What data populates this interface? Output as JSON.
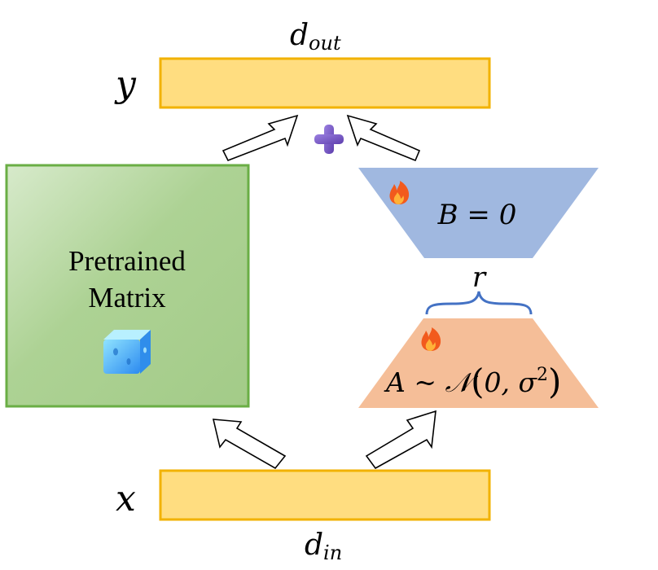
{
  "labels": {
    "y": "y",
    "x": "x",
    "d_out_base": "d",
    "d_out_sub": "out",
    "d_in_base": "d",
    "d_in_sub": "in",
    "r": "r",
    "pretrained_line1": "Pretrained",
    "pretrained_line2": "Matrix",
    "b_eq": "B = 0",
    "a_var": "A ~ ",
    "a_dist": "𝒩",
    "a_paren_open": "(",
    "a_args": "0, σ",
    "a_sup": "2",
    "a_paren_close": ")"
  },
  "icons": {
    "frozen": "ice-cube-icon",
    "trainable_b": "fire-icon",
    "trainable_a": "fire-icon",
    "sum": "plus-icon"
  },
  "colors": {
    "bar_fill": "#FFDD80",
    "bar_stroke": "#F2B200",
    "matrix_stroke": "#6AAE45",
    "b_fill": "#A0B8E0",
    "a_fill": "#F5BE98",
    "plus": "#7B5CC8",
    "brace": "#4472C4"
  }
}
